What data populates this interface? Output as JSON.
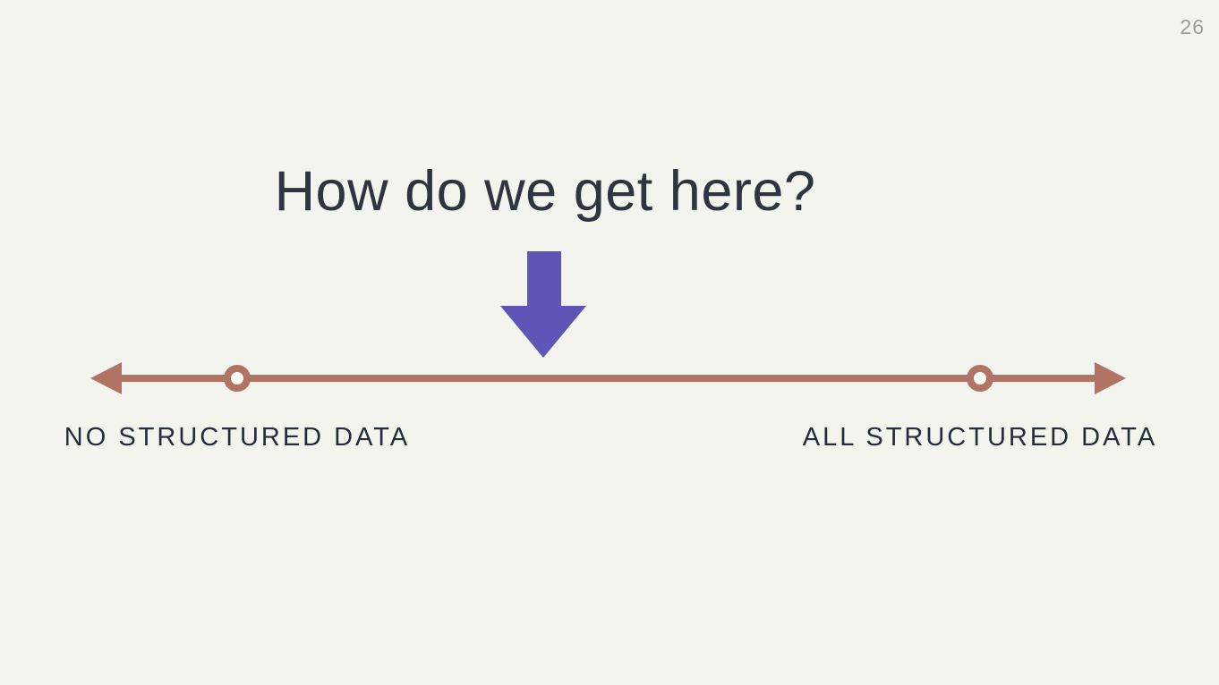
{
  "slide": {
    "page_number": "26",
    "title": "How do we get here?"
  },
  "spectrum": {
    "left_label": "NO STRUCTURED DATA",
    "right_label": "ALL STRUCTURED DATA",
    "left_marker_position": "near left end",
    "right_marker_position": "near right end",
    "pointer": "purple down arrow pointing at center of spectrum line"
  },
  "colors": {
    "background": "#f2f4ed",
    "spectrum_line": "#b17363",
    "marker_inner": "#fcfcf9",
    "down_arrow": "#5f55b6",
    "title_text": "#30343f",
    "label_text": "#272c39",
    "page_number_text": "#9d9d9a"
  }
}
